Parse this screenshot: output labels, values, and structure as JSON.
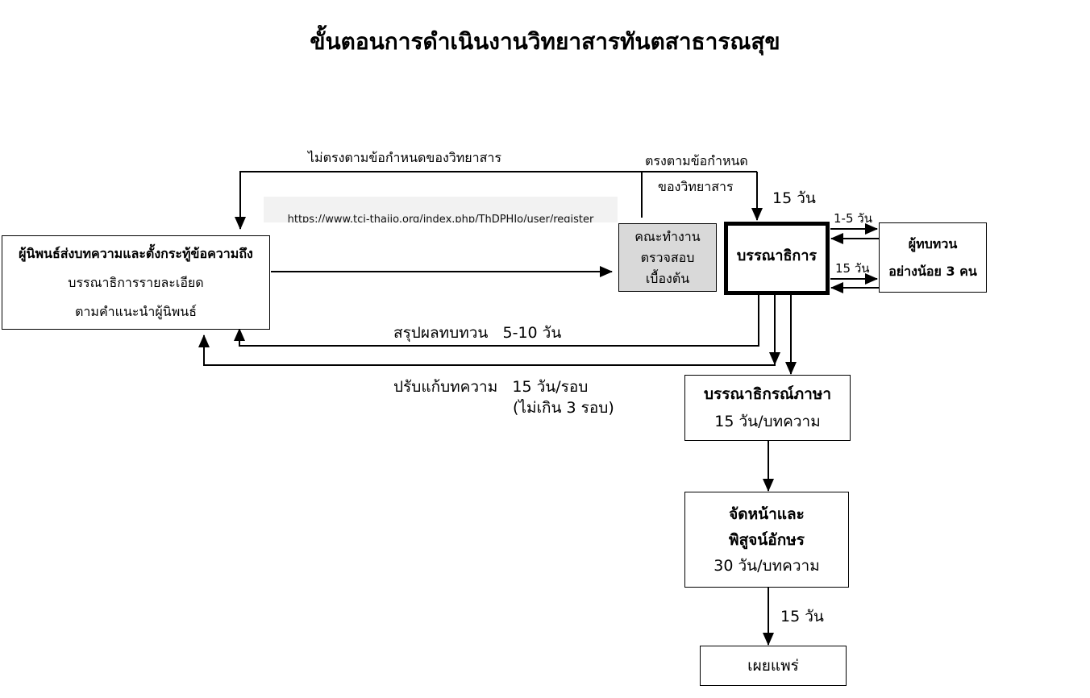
{
  "title": "ขั้นตอนการดำเนินงานวิทยาสารทันตสาธารณสุข",
  "url_banner": "https://www.tci-thaijo.org/index.php/ThDPHJo/user/register",
  "nodes": {
    "author": {
      "lines": [
        "ผู้นิพนธ์ส่งบทความและตั้งกระทู้ข้อความถึง",
        "บรรณาธิการรายละเอียด",
        "ตามคำแนะนำผู้นิพนธ์"
      ]
    },
    "screening": {
      "lines": [
        "คณะทำงาน",
        "ตรวจสอบ",
        "เบื้องต้น"
      ],
      "fill": "#d9d9d9"
    },
    "editor": {
      "label": "บรรณาธิการ"
    },
    "reviewers": {
      "lines": [
        "ผู้ทบทวน",
        "อย่างน้อย 3 คน"
      ]
    },
    "language_editor": {
      "lines": [
        "บรรณาธิกรณ์ภาษา",
        "15 วัน/บทความ"
      ]
    },
    "layout": {
      "lines": [
        "จัดหน้าและ",
        "พิสูจน์อักษร",
        "30 วัน/บทความ"
      ]
    },
    "publish": {
      "label": "เผยแพร่"
    }
  },
  "edge_labels": {
    "not_compliant": "ไม่ตรงตามข้อกำหนดของวิทยาสาร",
    "compliant_1": "ตรงตามข้อกำหนด",
    "compliant_2": "ของวิทยาสาร",
    "to_editor_days": "15 วัน",
    "to_reviewer_1": "1-5 วัน",
    "to_reviewer_2": "15 วัน",
    "review_summary": "สรุปผลทบทวน   5-10 วัน",
    "revise_1": "ปรับแก้บทความ   15 วัน/รอบ",
    "revise_2": "(ไม่เกิน 3 รอบ)",
    "to_publish_days": "15 วัน"
  }
}
